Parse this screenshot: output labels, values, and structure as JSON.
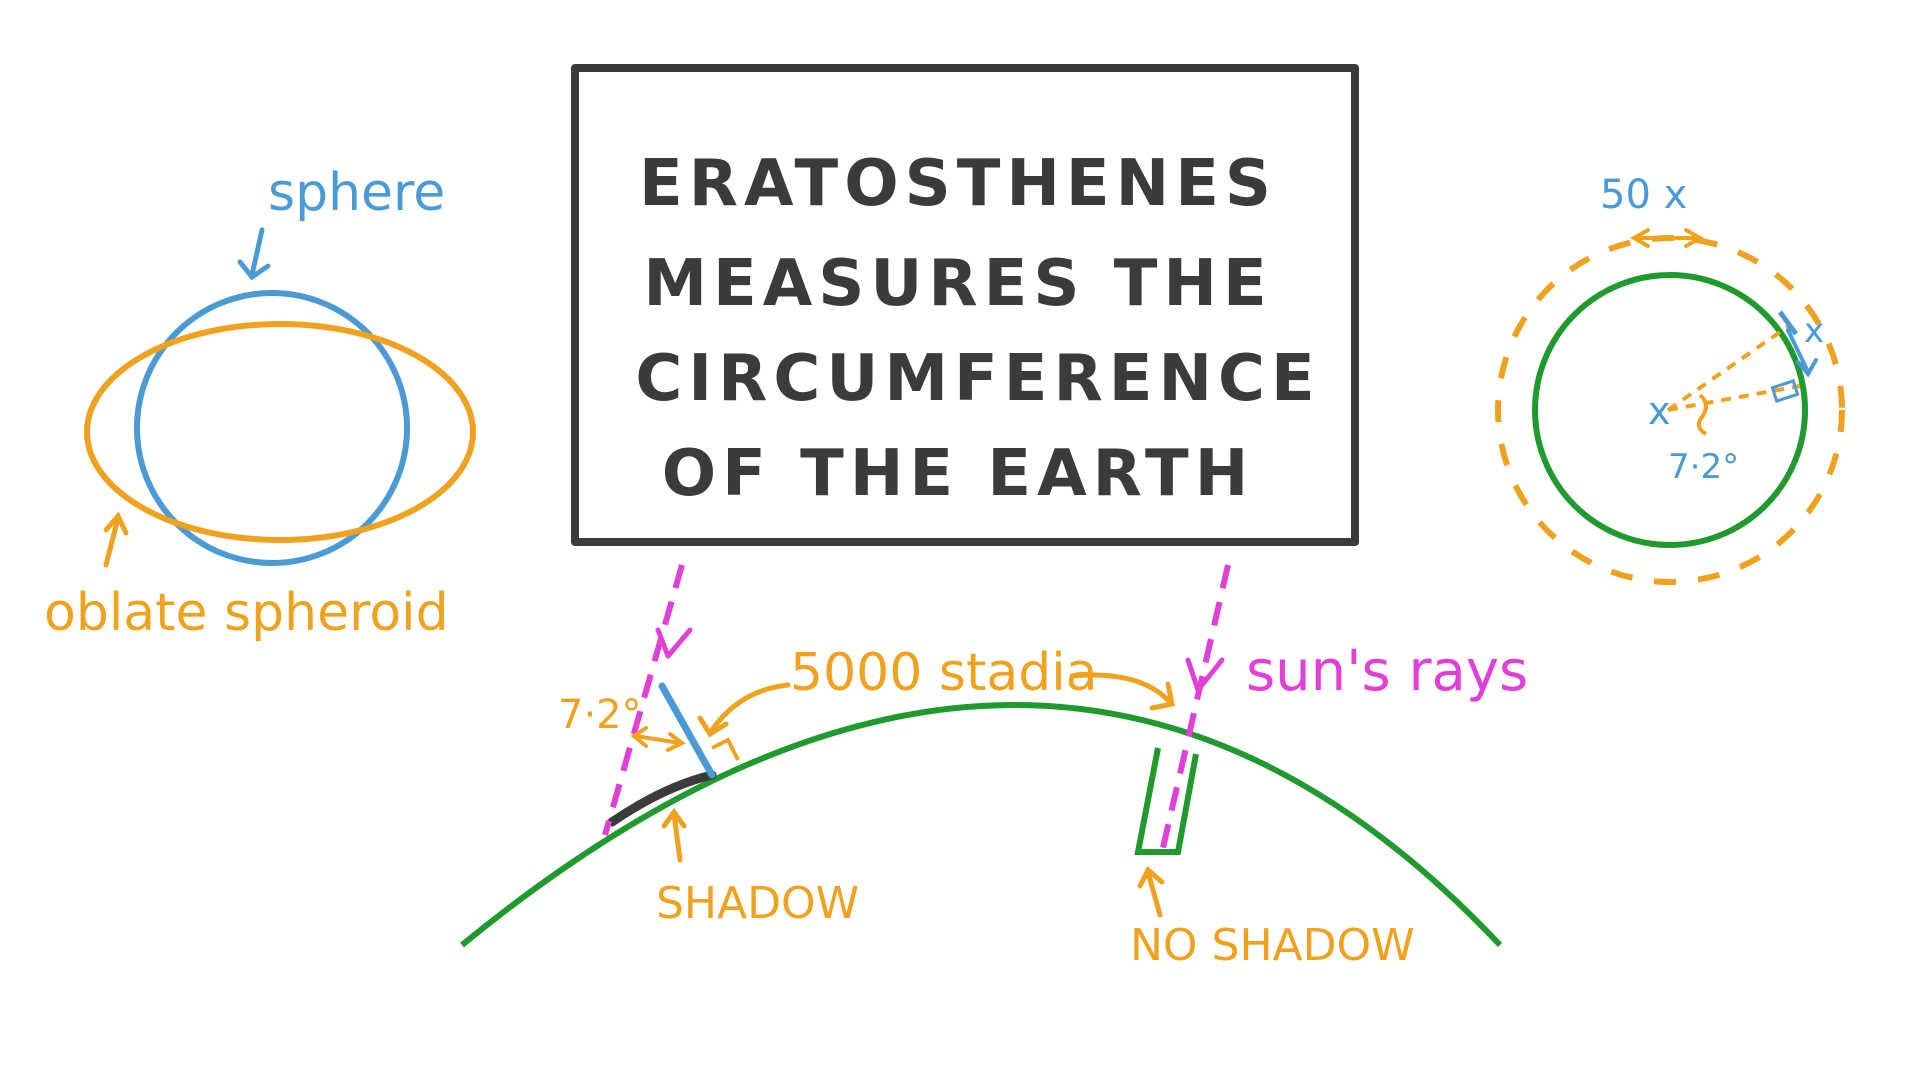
{
  "title_lines": [
    "ERATOSTHENES",
    "MEASURES THE",
    "CIRCUMFERENCE",
    "OF THE EARTH"
  ],
  "labels": {
    "sphere": "sphere",
    "oblate_spheroid": "oblate spheroid",
    "angle_left": "7·2°",
    "distance": "5000 stadia",
    "suns_rays": "sun's rays",
    "shadow": "SHADOW",
    "no_shadow": "NO SHADOW",
    "fifty_x": "50 x",
    "x_arc": "x",
    "x_center": "x",
    "angle_right": "7·2°"
  },
  "colors": {
    "title_ink": "#3b3b3b",
    "blue": "#4a9ad6",
    "orange": "#f0a21e",
    "pink": "#e23fd8",
    "green": "#1f9a2c"
  }
}
